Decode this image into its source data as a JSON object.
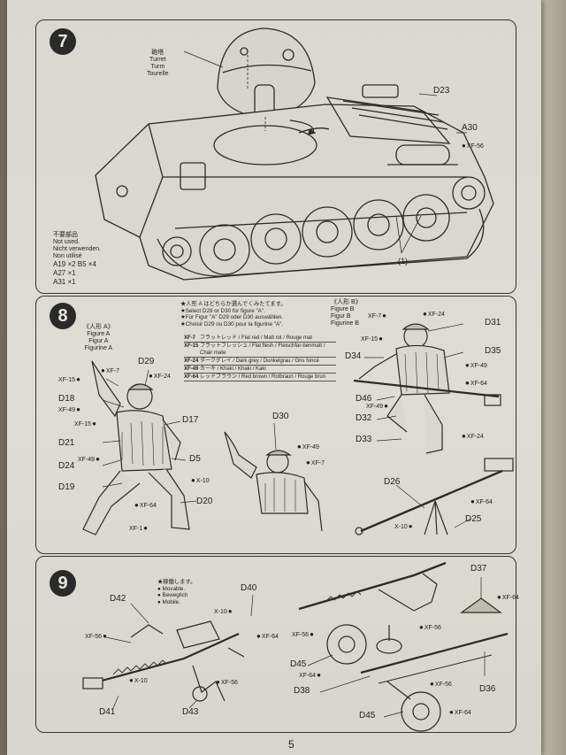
{
  "page_number": "5",
  "step7": {
    "number": "7",
    "turret_label": [
      "砲塔",
      "Turret",
      "Turm",
      "Tourelle"
    ],
    "not_used_label": [
      "不要部品",
      "Not used.",
      "Nicht verwenden.",
      "Non utilisé"
    ],
    "not_used_parts": [
      "A19 ×2  B5 ×4",
      "A27 ×1",
      "A31 ×1"
    ],
    "part_d23": "D23",
    "part_a30": "A30",
    "paint_xf56": "XF-56",
    "callout_1": "(1)"
  },
  "step8": {
    "number": "8",
    "select_notes": [
      "★人形 A はどちらか選んでくみたてます。",
      "★Select D29 or D30 for figure \"A\".",
      "★Für Figur \"A\" D29 oder D30 auswählen.",
      "★Choisir D29 ou D30 pour la figurine \"A\"."
    ],
    "legend": [
      {
        "code": "XF-7",
        "text": "フラットレッド / Flat red / Matt rot / Rouge mat"
      },
      {
        "code": "XF-15",
        "text": "フラットフレッシュ / Flat flesh / Fleischfar-benmatt / Chair mate"
      },
      {
        "code": "XF-24",
        "text": "ダークグレイ / Dark grey / Dunkelgrau / Gris foncé"
      },
      {
        "code": "XF-49",
        "text": "カーキ / Khaki / Khaki / Kaki"
      },
      {
        "code": "XF-64",
        "text": "レッドブラウン / Red brown / Rotbraun / Rouge brun"
      }
    ],
    "figure_a_title": [
      "《人形 A》",
      "Figure A",
      "Figur A",
      "Figurine A"
    ],
    "figure_b_title": [
      "《人形 B》",
      "Figure B",
      "Figur B",
      "Figurine B"
    ],
    "parts_a": [
      "D29",
      "D18",
      "D17",
      "D21",
      "D5",
      "D24",
      "D19",
      "D20",
      "D30"
    ],
    "parts_b": [
      "D31",
      "D34",
      "D35",
      "D46",
      "D32",
      "D33",
      "D26",
      "D25"
    ],
    "paints": {
      "xf15": "XF-15",
      "xf7": "XF-7",
      "xf24": "XF-24",
      "xf49": "XF-49",
      "xf64": "XF-64",
      "x10": "X-10",
      "xf1": "XF-1"
    }
  },
  "step9": {
    "number": "9",
    "movable_notes": [
      "★稼働します。",
      "● Movable.",
      "● Beweglich",
      "● Mobile."
    ],
    "parts": [
      "D40",
      "D42",
      "D41",
      "D43",
      "D37",
      "D45",
      "D38",
      "D36",
      "D45"
    ],
    "paints": {
      "x10": "X-10",
      "xf64": "XF-64",
      "xf56": "XF-56"
    }
  }
}
